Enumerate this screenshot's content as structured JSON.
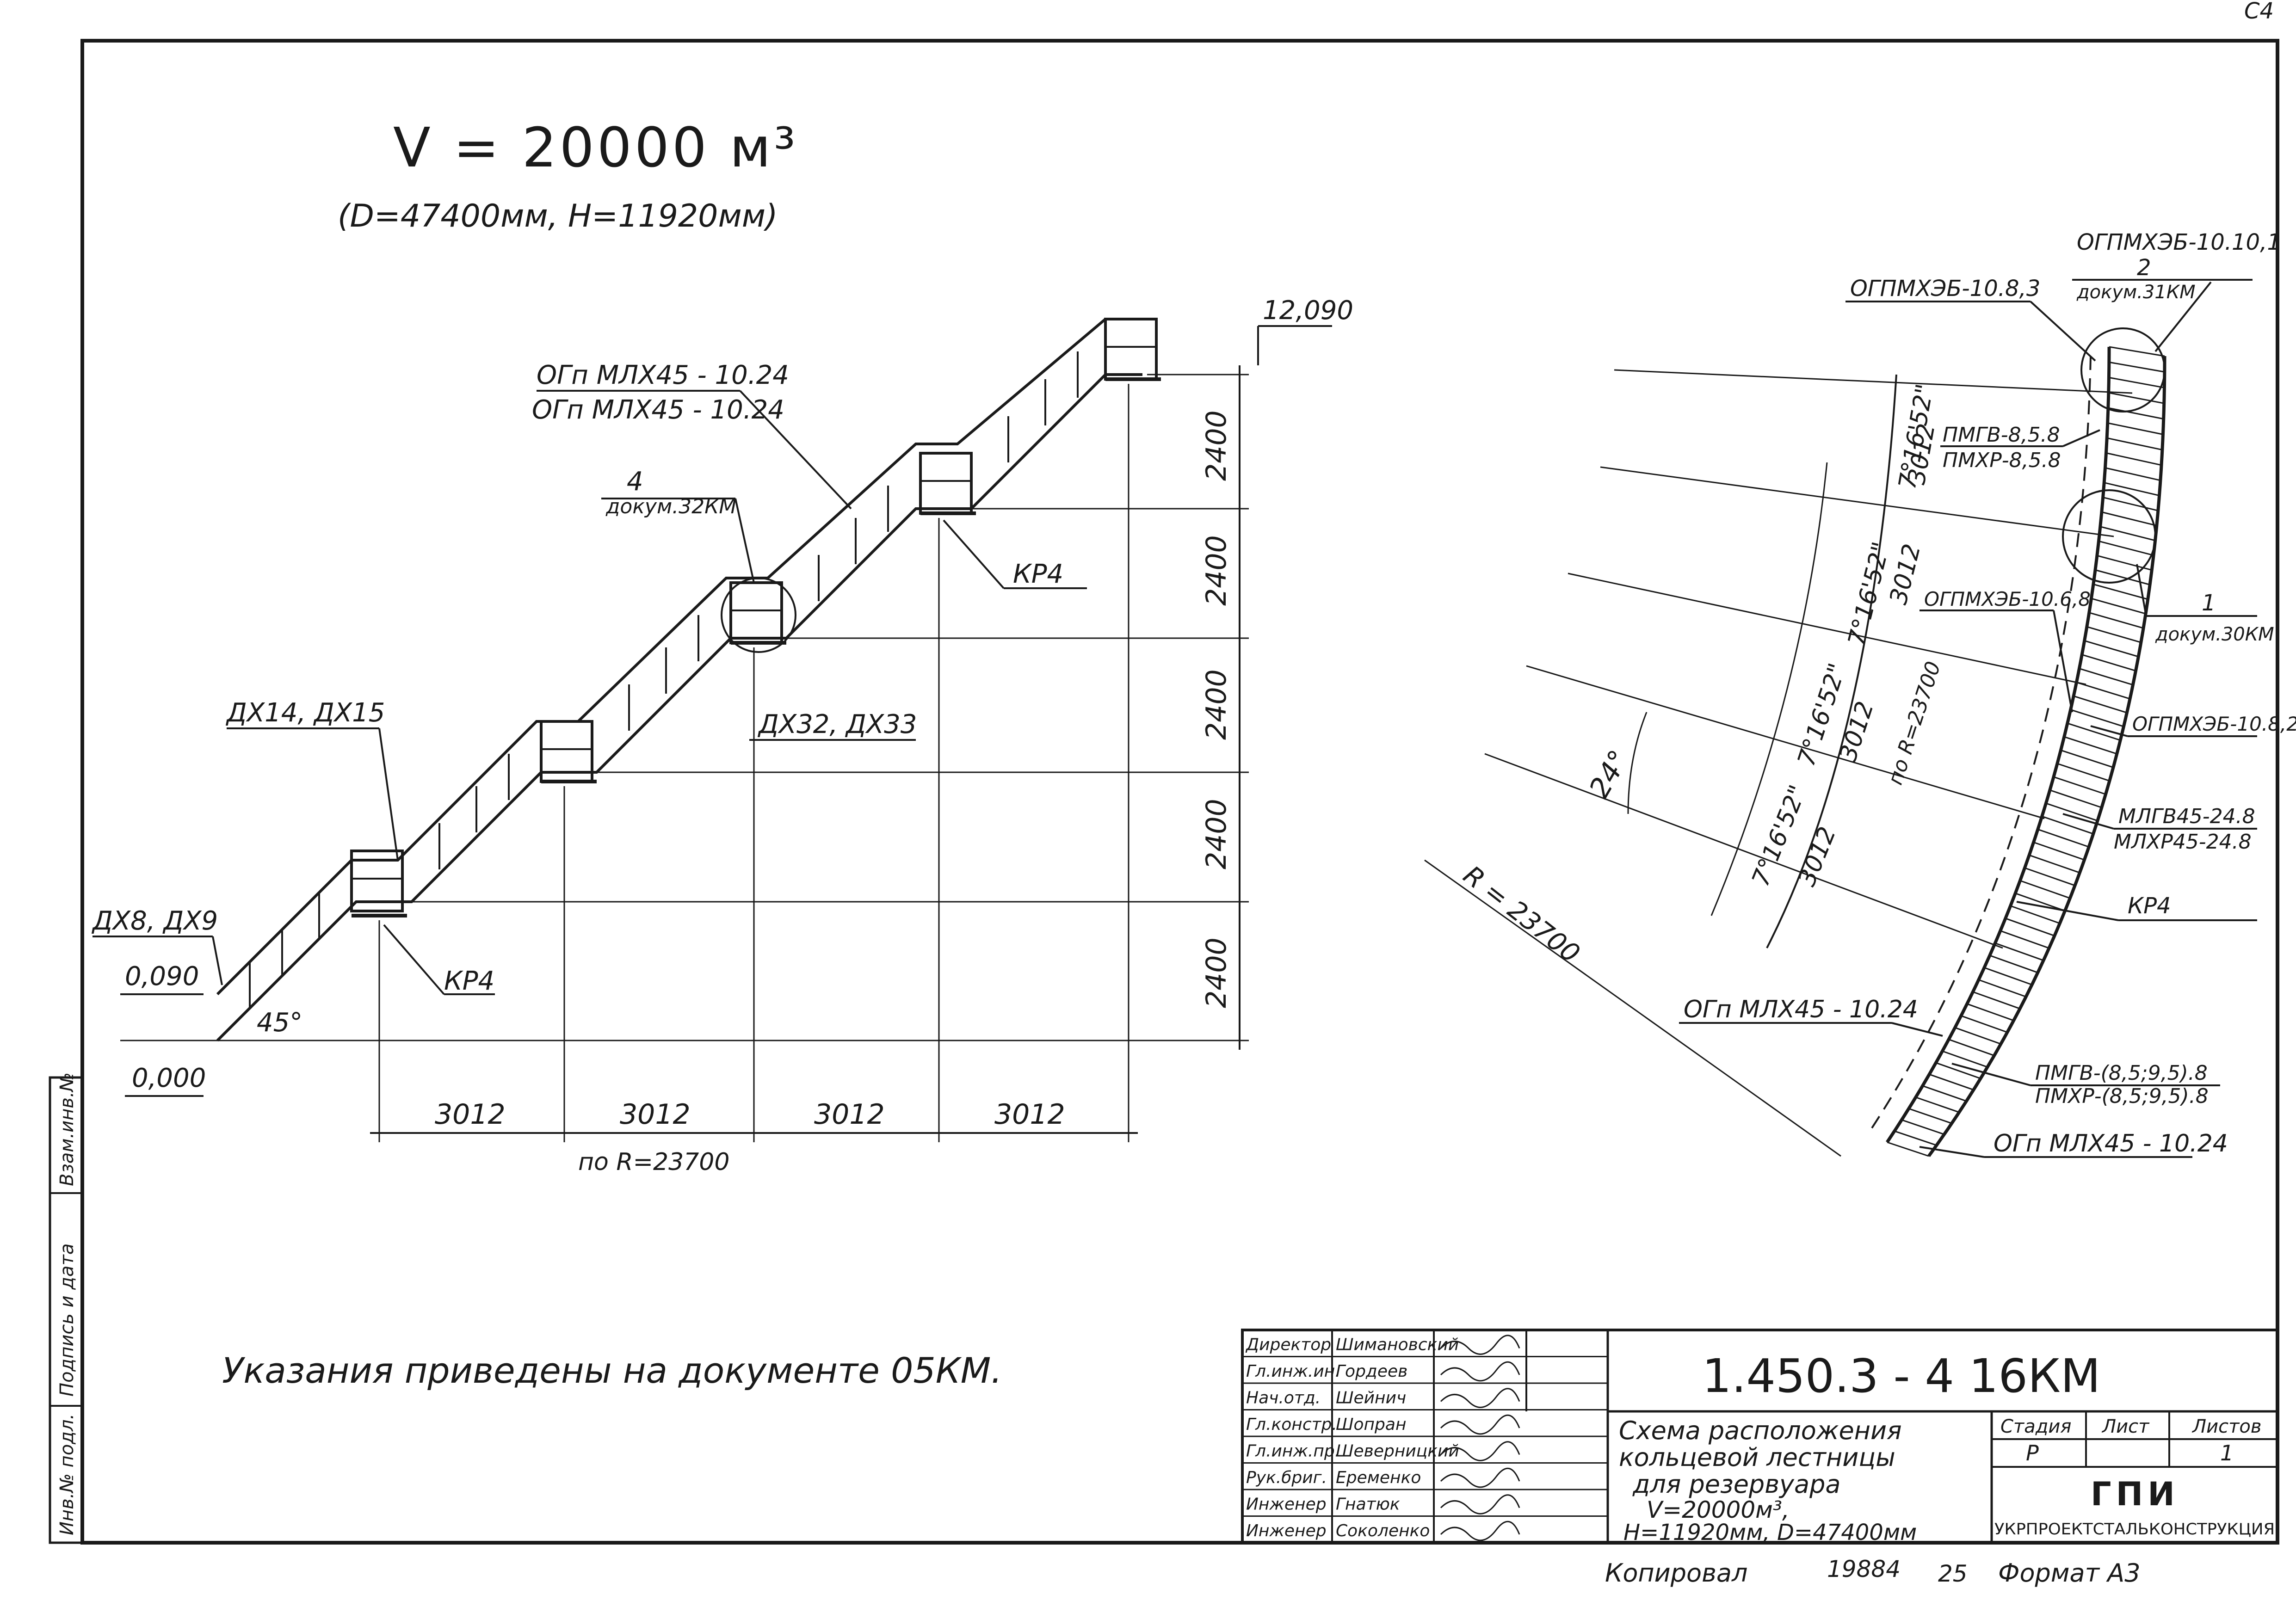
{
  "header": {
    "volume": "V = 20000 м³",
    "params": "(D=47400мм, H=11920мм)",
    "corner_mark": "С4"
  },
  "left_elevation": {
    "labels": {
      "dx8_9": "ДХ8, ДХ9",
      "dx14_15": "ДХ14, ДХ15",
      "dx32_33": "ДХ32, ДХ33",
      "beam_a": "ОГп МЛХ45 - 10.24",
      "beam_b": "ОГп МЛХ45 - 10.24",
      "node_num": "4",
      "node_doc": "докум.32КМ",
      "kr_1": "КР4",
      "kr_2": "КР4",
      "angle": "45°"
    },
    "levels": {
      "top": "12,090",
      "mid": "0,090",
      "zero": "0,000"
    },
    "vertical_dims": [
      "2400",
      "2400",
      "2400",
      "2400",
      "2400"
    ],
    "horizontal_dims": [
      "3012",
      "3012",
      "3012",
      "3012"
    ],
    "radius_note": "по R=23700"
  },
  "right_plan": {
    "labels": {
      "ogpmheb_10_10_1": "ОГПМХЭБ-10.10,1",
      "node2_num": "2",
      "node2_doc": "докум.31КМ",
      "ogpmheb_10_8_3": "ОГПМХЭБ-10.8,3",
      "pmgv_858": "ПМГВ-8,5.8",
      "pmhr_858": "ПМХР-8,5.8",
      "ogpmheb_10_6_8": "ОГПМХЭБ-10.6,8",
      "node1_num": "1",
      "node1_doc": "докум.30КМ",
      "ogpmheb_10_8_2": "ОГПМХЭБ-10.8,2",
      "mlgv": "МЛГВ45-24.8",
      "mlhr": "МЛХР45-24.8",
      "kr4": "КР4",
      "ogp_mlh_a": "ОГп МЛХ45 - 10.24",
      "pmgv_range": "ПМГВ-(8,5;9,5).8",
      "pmhr_range": "ПМХР-(8,5;9,5).8",
      "ogp_mlh_b": "ОГп МЛХ45 - 10.24"
    },
    "angles": [
      "7°16'52\"",
      "7°16'52\"",
      "7°16'52\"",
      "7°16'52\""
    ],
    "total_angle": "24°",
    "arc_dims": [
      "3012",
      "3012",
      "3012",
      "3012"
    ],
    "radius_note": "по R=23700",
    "radius": "R = 23700"
  },
  "note": "Указания приведены на документе 05КМ.",
  "side_stamp": [
    "Инв.№ подл.",
    "Подпись и дата",
    "Взам.инв.№"
  ],
  "title_block": {
    "signatures": [
      {
        "role": "Директор",
        "name": "Шимановский"
      },
      {
        "role": "Гл.инж.ин.",
        "name": "Гордеев"
      },
      {
        "role": "Нач.отд.",
        "name": "Шейнич"
      },
      {
        "role": "Гл.констр.",
        "name": "Шопран"
      },
      {
        "role": "Гл.инж.пр.",
        "name": "Шеверницкий"
      },
      {
        "role": "Рук.бриг.",
        "name": "Еременко"
      },
      {
        "role": "Инженер",
        "name": "Гнатюк"
      },
      {
        "role": "Инженер",
        "name": "Соколенко"
      }
    ],
    "doc_code": "1.450.3 - 4 16КМ",
    "title_lines": [
      "Схема расположения",
      "кольцевой лестницы",
      "для резервуара",
      "V=20000м³,",
      "H=11920мм, D=47400мм"
    ],
    "stage_header": "Стадия",
    "sheet_header": "Лист",
    "sheets_header": "Листов",
    "stage_value": "Р",
    "sheet_value": "",
    "sheets_value": "1",
    "org_short": "ГПИ",
    "org_full": "УКРПРОЕКТСТАЛЬКОНСТРУКЦИЯ"
  },
  "footer": {
    "copied": "Копировал",
    "order": "19884",
    "number": "25",
    "format": "Формат А3"
  }
}
